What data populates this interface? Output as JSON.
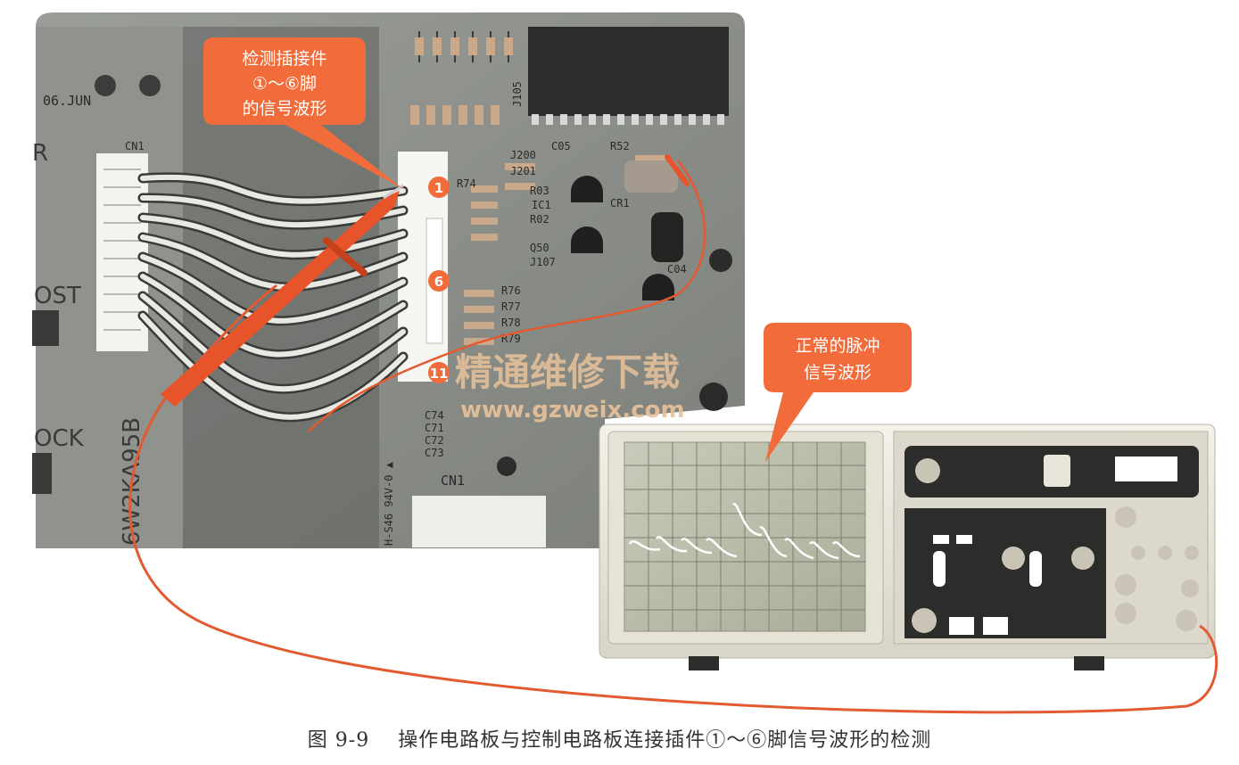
{
  "callout_left": {
    "lines": [
      "检测插接件",
      "①～⑥脚",
      "的信号波形"
    ]
  },
  "callout_right": {
    "lines": [
      "正常的脉冲",
      "信号波形"
    ]
  },
  "pins": [
    "1",
    "6",
    "11"
  ],
  "board_labels": {
    "date": "06.JUN",
    "cn1_top": "CN1",
    "cn1": "CN1",
    "post": "OST",
    "ock": "OCK",
    "model": "6W2KA95B",
    "r_left": "R",
    "j105": "J105",
    "c05": "C05",
    "r52": "R52",
    "j200": "J200",
    "j201": "J201",
    "r03": "R03",
    "ic1": "IC1",
    "r02": "R02",
    "q50": "Q50",
    "j107": "J107",
    "r74": "R74",
    "r76": "R76",
    "r77": "R77",
    "r78": "R78",
    "r79": "R79",
    "cr1": "CR1",
    "c04": "C04",
    "c74": "C74",
    "c71": "C71",
    "c72": "C72",
    "c73": "C73",
    "fr4": "H-S46 94V-0 ▲"
  },
  "watermark": {
    "cn": "精通维修下载",
    "url": "www.gzweix.com"
  },
  "caption": {
    "figure": "图 9-9",
    "text": "操作电路板与控制电路板连接插件①～⑥脚信号波形的检测"
  },
  "colors": {
    "accent": "#f26b3a",
    "probe": "#e8542a",
    "pcb": "#8a8d88",
    "wire": "#e45a30"
  }
}
